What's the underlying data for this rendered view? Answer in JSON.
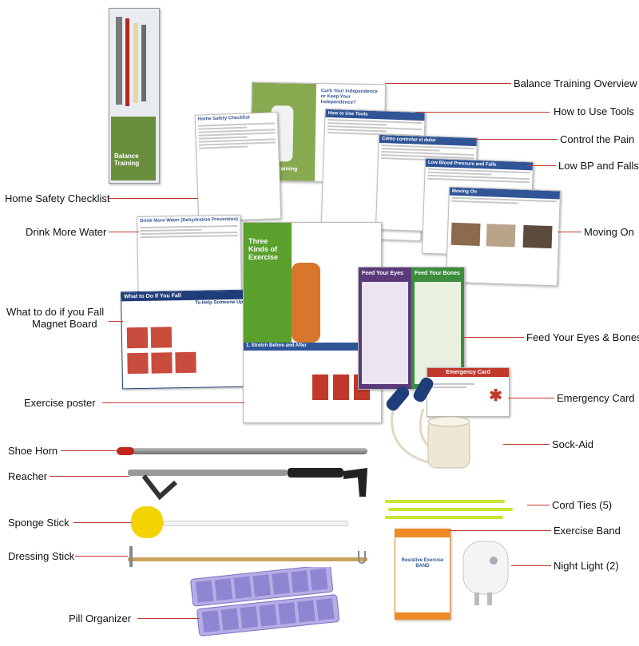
{
  "labels_right": [
    {
      "id": "balance-training-overview",
      "text": "Balance Training Overview"
    },
    {
      "id": "how-to-use-tools",
      "text": "How to Use Tools"
    },
    {
      "id": "control-the-pain",
      "text": "Control the Pain"
    },
    {
      "id": "low-bp-and-falls",
      "text": "Low BP and Falls"
    },
    {
      "id": "moving-on",
      "text": "Moving On"
    },
    {
      "id": "feed-your-eyes-bones",
      "text": "Feed Your Eyes & Bones"
    },
    {
      "id": "emergency-card",
      "text": "Emergency Card"
    },
    {
      "id": "sock-aid",
      "text": "Sock-Aid"
    },
    {
      "id": "cord-ties",
      "text": "Cord Ties (5)"
    },
    {
      "id": "exercise-band",
      "text": "Exercise Band"
    },
    {
      "id": "night-light",
      "text": "Night Light (2)"
    }
  ],
  "labels_left": [
    {
      "id": "home-safety-checklist",
      "text": "Home Safety Checklist"
    },
    {
      "id": "drink-more-water",
      "text": "Drink More Water"
    },
    {
      "id": "what-to-do-if-you-fall",
      "text": "What to do if you Fall"
    },
    {
      "id": "magnet-board",
      "text": "Magnet Board"
    },
    {
      "id": "exercise-poster",
      "text": "Exercise poster"
    },
    {
      "id": "shoe-horn",
      "text": "Shoe Horn"
    },
    {
      "id": "reacher",
      "text": "Reacher"
    },
    {
      "id": "sponge-stick",
      "text": "Sponge Stick"
    },
    {
      "id": "dressing-stick",
      "text": "Dressing Stick"
    },
    {
      "id": "pill-organizer",
      "text": "Pill Organizer"
    }
  ],
  "docs": {
    "package_title": "Balance Training",
    "overview_title": "Curb Your Independence or Keep Your Independence?",
    "overview_brand": "BalanceTraining",
    "tools_title": "How to Use Tools",
    "pain_title": "Cómo controlar el dolor",
    "lowbp_title": "Low Blood Pressure and Falls",
    "moving_title": "Moving On",
    "checklist_title": "Home Safety Checklist",
    "water_title": "Drink More Water (Dehydration Prevention)",
    "fall_title": "What to Do If You Fall",
    "fall_sub": "To Help Someone Up:",
    "exercise_title": "Three Kinds of Exercise",
    "stretch_title": "1. Stretch Before and After",
    "eyes_title": "Feed Your Eyes",
    "bones_title": "Feed Your Bones",
    "emergency_title": "Emergency Card",
    "band_title": "Resistive Exercise BAND"
  },
  "colors": {
    "label_line": "#c0392b",
    "blue_header": "#2f5597",
    "green": "#5aa02c",
    "purple": "#5b3a7a",
    "red_card": "#c0392b",
    "pill_lid": "#9b8fd6",
    "cord_tie": "#c8e632",
    "band_orange": "#f08a24"
  }
}
